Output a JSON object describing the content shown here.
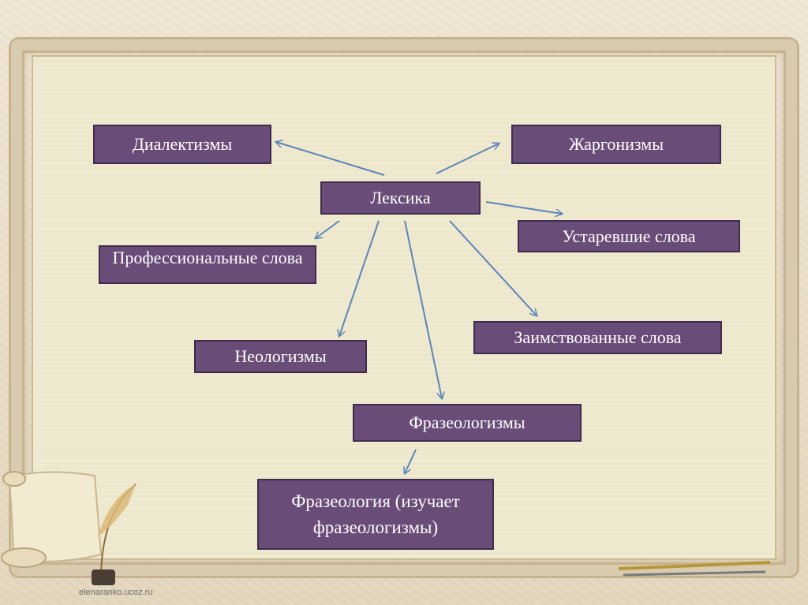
{
  "diagram": {
    "center": "Лексика",
    "nodes": {
      "dialectisms": "Диалектизмы",
      "jargonisms": "Жаргонизмы",
      "obsolete": "Устаревшие слова",
      "professional": "Профессиональные слова",
      "borrowed": "Заимствованные слова",
      "neologisms": "Неологизмы",
      "phraseologisms": "Фразеологизмы",
      "phraseology": "Фразеология (изучает фразеологизмы)"
    }
  },
  "footer": {
    "site": "elenaranko.ucoz.ru"
  },
  "colors": {
    "box_fill": "#6a4c78",
    "box_border": "#3f2c4c",
    "arrow": "#5b86b8",
    "panel": "#eee9cf"
  },
  "decor": {
    "icons": [
      "scroll-icon",
      "quill-pen-icon",
      "fountain-pen-icon"
    ]
  }
}
